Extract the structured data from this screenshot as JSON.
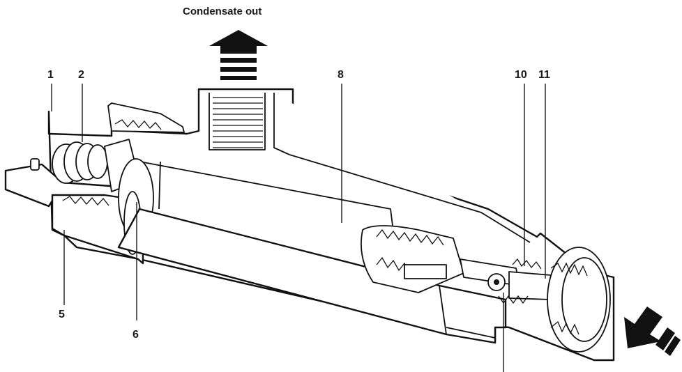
{
  "caption": {
    "condensate_out": "Condensate out"
  },
  "labels": {
    "l1": "1",
    "l2": "2",
    "l5": "5",
    "l6": "6",
    "l8": "8",
    "l10": "10",
    "l11": "11"
  },
  "icons": {
    "outlet_arrow": "arrow-up-icon",
    "inlet_arrow": "arrow-down-left-icon"
  },
  "colors": {
    "ink": "#111111",
    "background": "#ffffff"
  }
}
